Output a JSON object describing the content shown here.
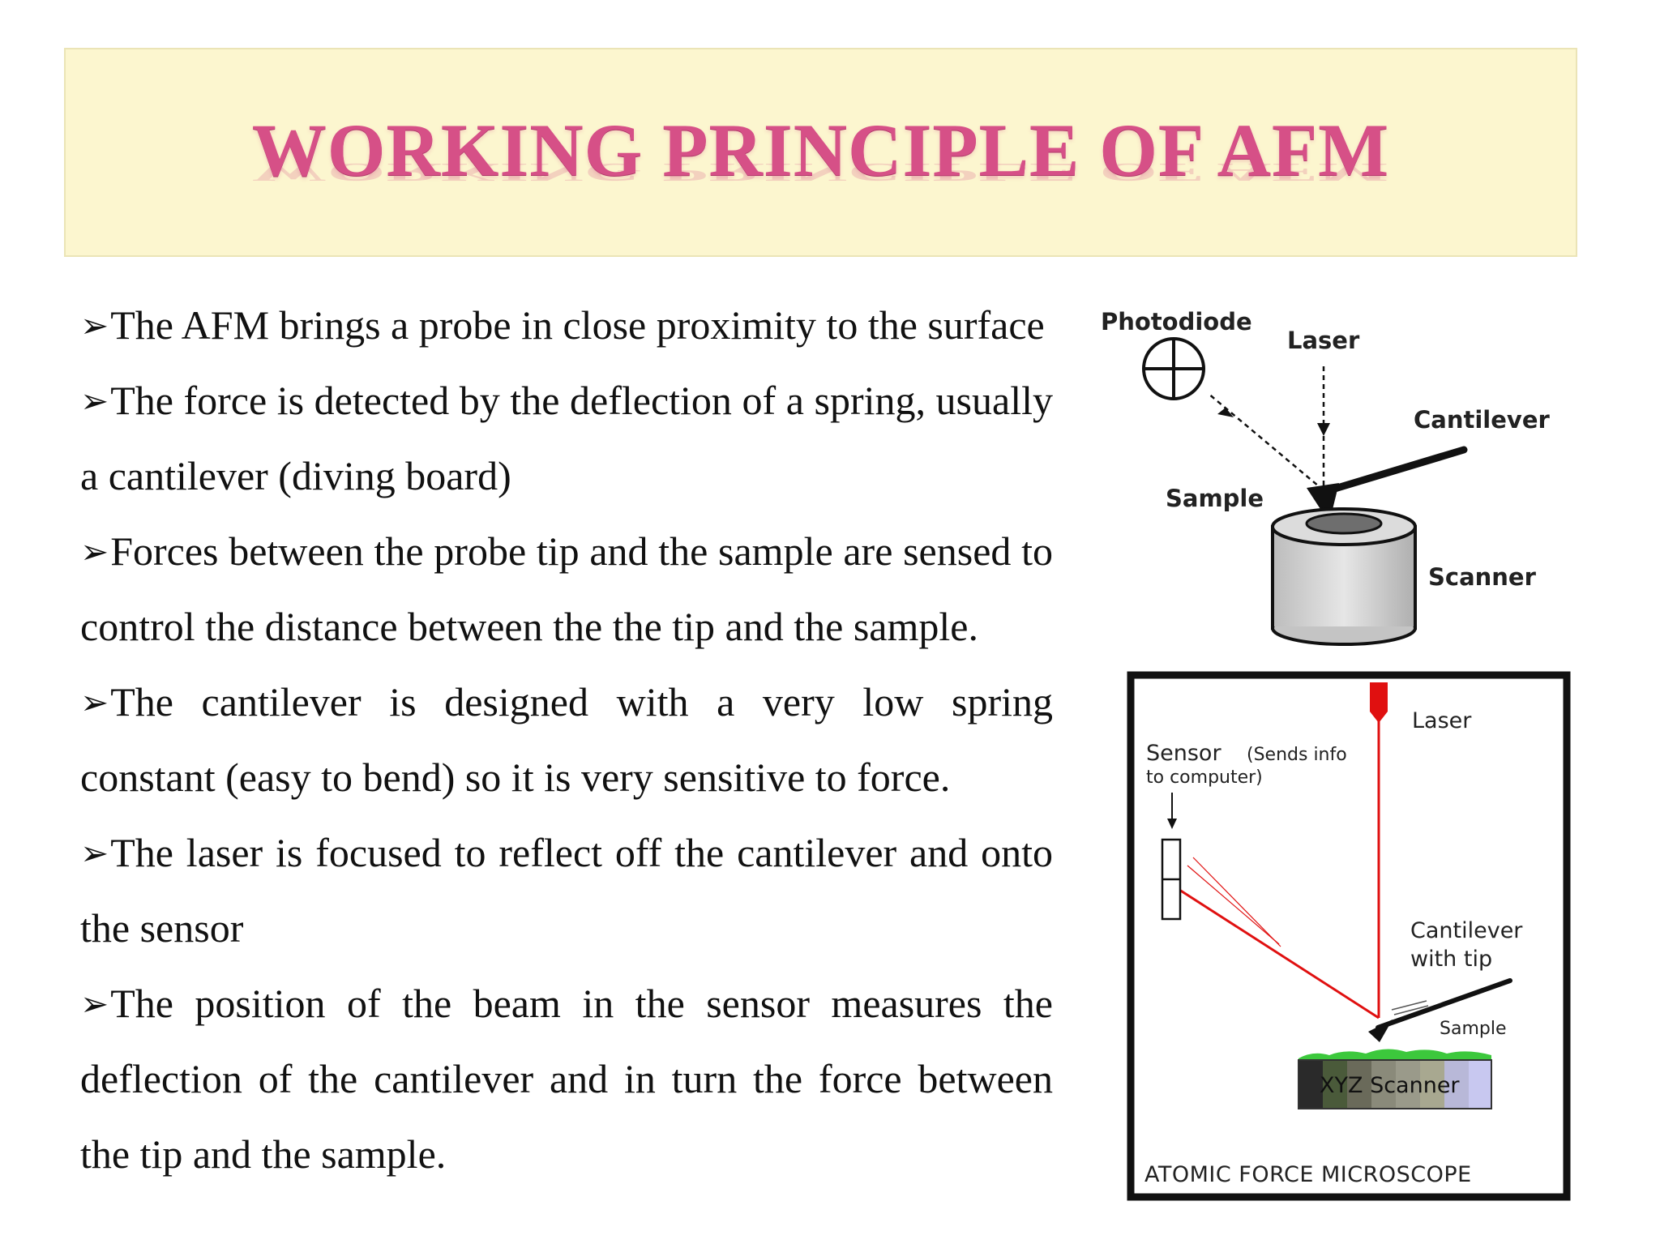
{
  "title": "WORKING PRINCIPLE OF AFM",
  "bullets": [
    "The AFM brings a probe in close proximity to the surface",
    "The force is detected by the deflection of a spring, usually a cantilever (diving board)",
    "Forces between the probe tip and the sample are sensed to control the distance between the the tip and the sample.",
    "The cantilever is designed with a very low spring constant (easy to bend) so it is very sensitive to force.",
    "The laser is focused to reflect off the cantilever and onto the sensor",
    "The position of the beam in the sensor measures the deflection of the cantilever and in turn the force between the tip and the sample."
  ],
  "bullet_marker": "➢",
  "diagram1": {
    "photodiode": "Photodiode",
    "laser": "Laser",
    "cantilever": "Cantilever",
    "sample": "Sample",
    "scanner": "Scanner"
  },
  "diagram2": {
    "laser": "Laser",
    "sensor": "Sensor",
    "sensor_note_1": "(Sends info",
    "sensor_note_2": "to computer)",
    "cantilever_1": "Cantilever",
    "cantilever_2": "with tip",
    "sample": "Sample",
    "scanner": "XYZ Scanner",
    "caption": "ATOMIC FORCE MICROSCOPE"
  },
  "colors": {
    "title": "#d65087",
    "banner": "#fcf6cf",
    "laser_red": "#e01010"
  }
}
